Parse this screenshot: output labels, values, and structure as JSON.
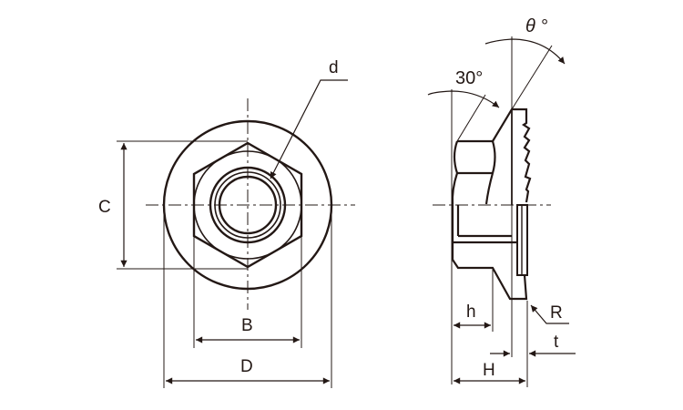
{
  "front_view": {
    "labels": {
      "thread": "d",
      "across_corners": "C",
      "across_flats": "B",
      "flange_diameter": "D"
    }
  },
  "side_view": {
    "labels": {
      "chamfer_angle": "30°",
      "flange_angle": "θ °",
      "hex_height": "h",
      "total_height": "H",
      "flange_thickness": "t",
      "radius": "R"
    }
  },
  "colors": {
    "line": "#231815",
    "background": "#ffffff"
  }
}
